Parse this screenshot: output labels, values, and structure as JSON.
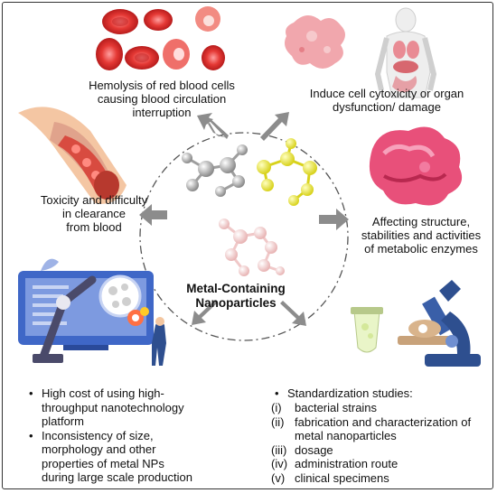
{
  "center": {
    "title_line1": "Metal-Containing",
    "title_line2": "Nanoparticles"
  },
  "effects": {
    "hemolysis": {
      "line1": "Hemolysis of red blood cells",
      "line2": "causing blood circulation",
      "line3": "interruption"
    },
    "cytotoxicity": {
      "line1": "Induce cell cytoxicity or  organ",
      "line2": "dysfunction/ damage"
    },
    "toxicity": {
      "line1": "Toxicity and difficulty",
      "line2": "in clearance",
      "line3": "from blood"
    },
    "enzymes": {
      "line1": "Affecting structure,",
      "line2": "stabilities and activities",
      "line3": "of metabolic enzymes"
    }
  },
  "challenges_left": [
    {
      "lines": [
        "High cost of using high-",
        "throughput nanotechnology",
        "platform"
      ]
    },
    {
      "lines": [
        "Inconsistency of size,",
        "morphology and other",
        "properties of metal NPs",
        "during large scale production"
      ]
    }
  ],
  "challenges_right": {
    "heading": "Standardization studies:",
    "items": [
      {
        "num": "(i)",
        "lines": [
          "bacterial strains"
        ]
      },
      {
        "num": "(ii)",
        "lines": [
          "fabrication and characterization of",
          "metal nanoparticles"
        ]
      },
      {
        "num": "(iii)",
        "lines": [
          "dosage"
        ]
      },
      {
        "num": "(iv)",
        "lines": [
          "administration route"
        ]
      },
      {
        "num": "(v)",
        "lines": [
          "clinical specimens"
        ]
      }
    ]
  },
  "colors": {
    "arrow": "#8c8c8c",
    "rbc": "#e53935",
    "organ": "#e57f87",
    "enzyme": "#e8507a",
    "molecule_gray": "#9e9e9e",
    "molecule_yellow": "#e6e23a",
    "molecule_pink": "#f0c8c8",
    "robot_blue": "#3f67c7",
    "microscope_blue": "#2e4f8f"
  }
}
